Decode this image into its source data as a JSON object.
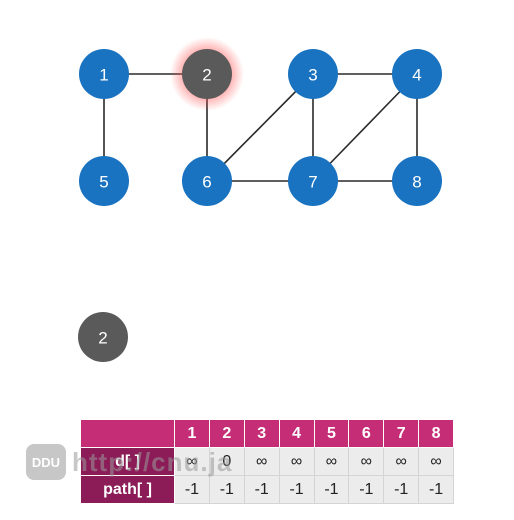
{
  "graph": {
    "nodes": [
      {
        "id": "1",
        "label": "1",
        "state": "default"
      },
      {
        "id": "2",
        "label": "2",
        "state": "current"
      },
      {
        "id": "3",
        "label": "3",
        "state": "default"
      },
      {
        "id": "4",
        "label": "4",
        "state": "default"
      },
      {
        "id": "5",
        "label": "5",
        "state": "default"
      },
      {
        "id": "6",
        "label": "6",
        "state": "default"
      },
      {
        "id": "7",
        "label": "7",
        "state": "default"
      },
      {
        "id": "8",
        "label": "8",
        "state": "default"
      }
    ],
    "edges": [
      [
        "1",
        "2"
      ],
      [
        "1",
        "5"
      ],
      [
        "2",
        "6"
      ],
      [
        "3",
        "4"
      ],
      [
        "3",
        "6"
      ],
      [
        "3",
        "7"
      ],
      [
        "4",
        "7"
      ],
      [
        "4",
        "8"
      ],
      [
        "6",
        "7"
      ],
      [
        "7",
        "8"
      ]
    ]
  },
  "queue": {
    "items": [
      "2"
    ]
  },
  "table": {
    "columns": [
      "1",
      "2",
      "3",
      "4",
      "5",
      "6",
      "7",
      "8"
    ],
    "rows": [
      {
        "label": "d[ ]",
        "values": [
          "∞",
          "0",
          "∞",
          "∞",
          "∞",
          "∞",
          "∞",
          "∞"
        ]
      },
      {
        "label": "path[ ]",
        "values": [
          "-1",
          "-1",
          "-1",
          "-1",
          "-1",
          "-1",
          "-1",
          "-1"
        ]
      }
    ]
  },
  "watermark": {
    "badge": "DDU",
    "text": "http://cnu.ja"
  },
  "colors": {
    "node_default": "#1a73c0",
    "node_current": "#5a5a5a",
    "node_current_glow": "#ff4a4a",
    "queue_node": "#5a5a5a",
    "table_header": "#c52e76",
    "table_row_label": "#8c1c58"
  }
}
